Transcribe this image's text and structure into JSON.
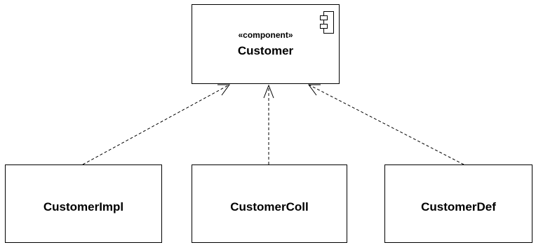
{
  "component": {
    "stereotype": "«component»",
    "name": "Customer",
    "icon": "component-icon"
  },
  "classes": [
    {
      "name": "CustomerImpl"
    },
    {
      "name": "CustomerColl"
    },
    {
      "name": "CustomerDef"
    }
  ],
  "relations": {
    "type": "realization",
    "line_style": "dashed",
    "arrowhead": "open",
    "count": 3
  },
  "colors": {
    "stroke": "#000000",
    "fill": "#ffffff"
  }
}
